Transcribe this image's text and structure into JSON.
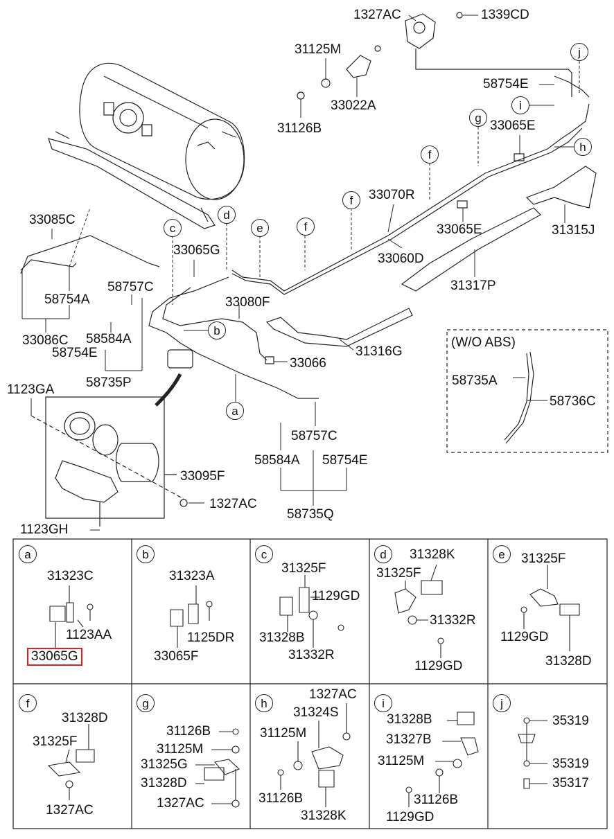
{
  "diagram": {
    "main_labels": {
      "p1327AC_top": "1327AC",
      "p1339CD": "1339CD",
      "p31125M_top": "31125M",
      "p58754E_top": "58754E",
      "p31126B_top": "31126B",
      "p33022A": "33022A",
      "p33065E_top": "33065E",
      "p33070R": "33070R",
      "p33065E_mid": "33065E",
      "p31315J": "31315J",
      "p33060D": "33060D",
      "p33085C": "33085C",
      "p33065G_main": "33065G",
      "p31317P": "31317P",
      "p58757C_left": "58757C",
      "p58754A": "58754A",
      "p33080F": "33080F",
      "p33086C": "33086C",
      "p58584A_left": "58584A",
      "p58754E_left": "58754E",
      "p31316G": "31316G",
      "p33066": "33066",
      "p58735P": "58735P",
      "p1123GA": "1123GA",
      "p58757C_right": "58757C",
      "p33095F": "33095F",
      "p58584A_right": "58584A",
      "p58754E_right": "58754E",
      "p1327AC_mid": "1327AC",
      "p58735Q": "58735Q",
      "p1123GH": "1123GH"
    },
    "woabs": {
      "title": "(W/O ABS)",
      "p58735A": "58735A",
      "p58736C": "58736C"
    },
    "callouts": {
      "a": "a",
      "b": "b",
      "c": "c",
      "d": "d",
      "e": "e",
      "f1": "f",
      "f2": "f",
      "f3": "f",
      "g": "g",
      "h": "h",
      "i": "i",
      "j": "j"
    }
  },
  "detail_grid": {
    "cells": [
      {
        "letter": "a",
        "parts": [
          "31323C",
          "1123AA",
          "33065G"
        ],
        "highlighted": "33065G"
      },
      {
        "letter": "b",
        "parts": [
          "31323A",
          "1125DR",
          "33065F"
        ]
      },
      {
        "letter": "c",
        "parts": [
          "31325F",
          "1129GD",
          "31328B",
          "31332R"
        ]
      },
      {
        "letter": "d",
        "parts": [
          "31328K",
          "31325F",
          "31332R",
          "1129GD"
        ]
      },
      {
        "letter": "e",
        "parts": [
          "31325F",
          "1129GD",
          "31328D"
        ]
      },
      {
        "letter": "f",
        "parts": [
          "31328D",
          "31325F",
          "1327AC"
        ]
      },
      {
        "letter": "g",
        "parts": [
          "31126B",
          "31125M",
          "31325G",
          "31328D",
          "1327AC"
        ]
      },
      {
        "letter": "h",
        "parts": [
          "1327AC",
          "31324S",
          "31125M",
          "31126B",
          "31328K"
        ]
      },
      {
        "letter": "i",
        "parts": [
          "31328B",
          "31327B",
          "31125M",
          "31126B",
          "1129GD"
        ]
      },
      {
        "letter": "j",
        "parts": [
          "35319",
          "35319",
          "35317"
        ]
      }
    ]
  },
  "colors": {
    "line": "#222222",
    "highlight": "#e02020",
    "background": "#ffffff"
  }
}
